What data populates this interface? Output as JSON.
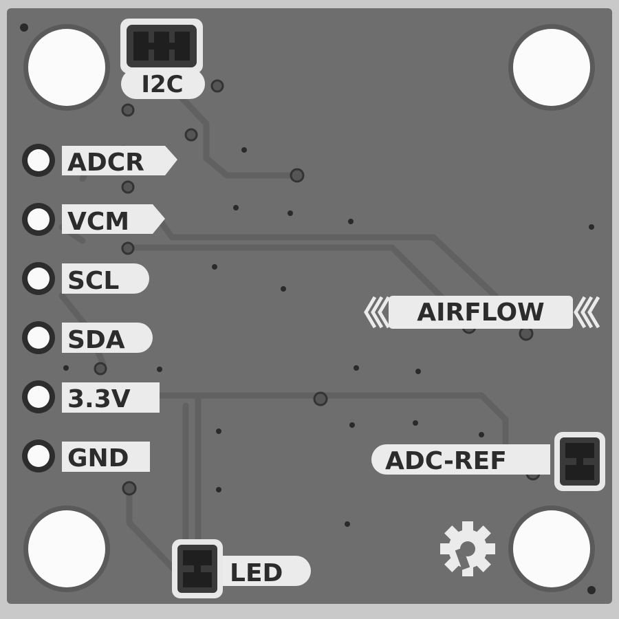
{
  "board": {
    "colors": {
      "board": "#6e6e6e",
      "edge": "#d2d2d2",
      "silkscreen": "#ebebeb",
      "trace": "#626262",
      "pad": "#3a3a3a",
      "via": "#2a2a2a"
    },
    "labels": {
      "i2c": "I2C",
      "adcr": "ADCR",
      "vcm": "VCM",
      "scl": "SCL",
      "sda": "SDA",
      "v33": "3.3V",
      "gnd": "GND",
      "airflow": "AIRFLOW",
      "adc_ref": "ADC-REF",
      "led": "LED"
    }
  }
}
